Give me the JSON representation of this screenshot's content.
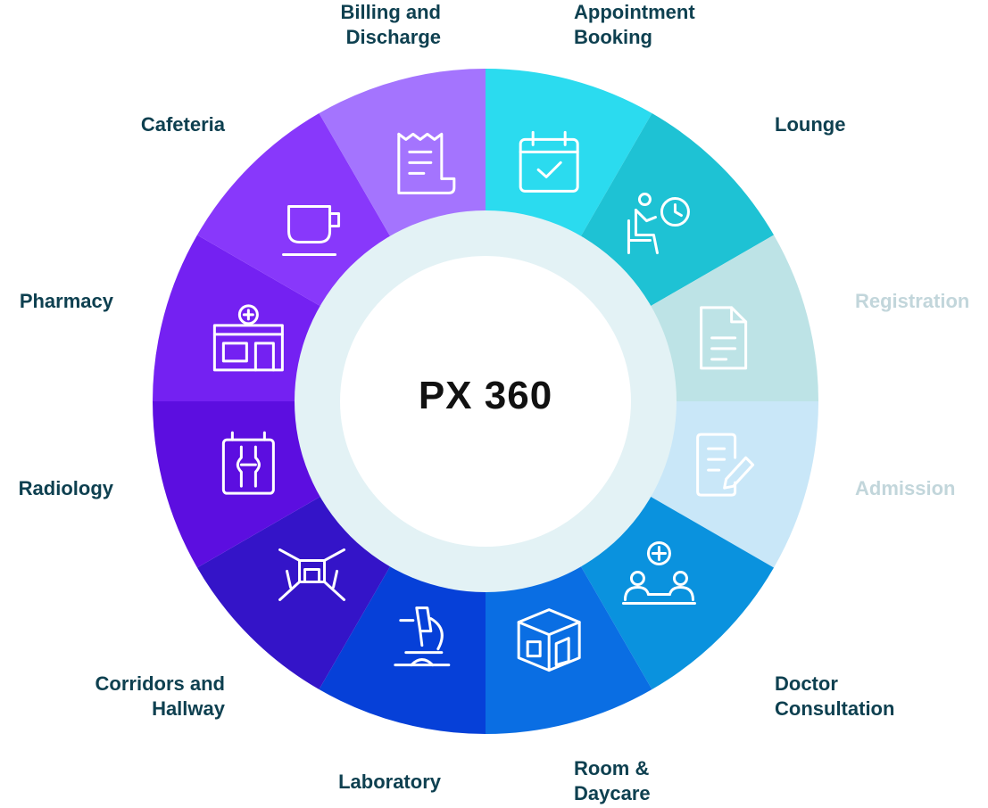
{
  "center": {
    "title": "PX 360"
  },
  "segments": [
    {
      "key": "appointment",
      "label": "Appointment\nBooking",
      "color": "#2bdbef",
      "icon": "calendar-check-icon",
      "faded": false
    },
    {
      "key": "lounge",
      "label": "Lounge",
      "color": "#1ec2d4",
      "icon": "waiting-person-clock-icon",
      "faded": false
    },
    {
      "key": "registration",
      "label": "Registration",
      "color": "#bde3e6",
      "icon": "document-icon",
      "faded": true
    },
    {
      "key": "admission",
      "label": "Admission",
      "color": "#c9e7f8",
      "icon": "form-pen-icon",
      "faded": true
    },
    {
      "key": "doctor",
      "label": "Doctor\nConsultation",
      "color": "#0a92de",
      "icon": "doctor-meeting-icon",
      "faded": false
    },
    {
      "key": "room",
      "label": "Room &\nDaycare",
      "color": "#0a6ee3",
      "icon": "room-box-icon",
      "faded": false
    },
    {
      "key": "laboratory",
      "label": "Laboratory",
      "color": "#0640d8",
      "icon": "microscope-icon",
      "faded": false
    },
    {
      "key": "corridors",
      "label": "Corridors and\nHallway",
      "color": "#3414c8",
      "icon": "hallway-icon",
      "faded": false
    },
    {
      "key": "radiology",
      "label": "Radiology",
      "color": "#5c0ee0",
      "icon": "xray-knee-icon",
      "faded": false
    },
    {
      "key": "pharmacy",
      "label": "Pharmacy",
      "color": "#7421f2",
      "icon": "pharmacy-store-icon",
      "faded": false
    },
    {
      "key": "cafeteria",
      "label": "Cafeteria",
      "color": "#8838fb",
      "icon": "coffee-cup-icon",
      "faded": false
    },
    {
      "key": "billing",
      "label": "Billing and\nDischarge",
      "color": "#a474fe",
      "icon": "receipt-icon",
      "faded": false
    }
  ],
  "ring_color": "#e3f2f5"
}
